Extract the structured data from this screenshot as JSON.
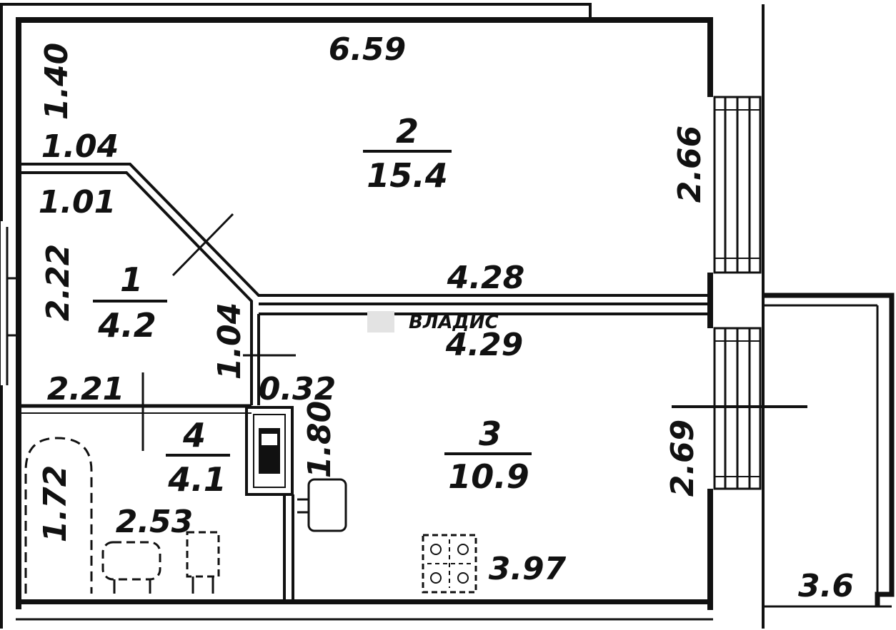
{
  "colors": {
    "line": "#111111",
    "background": "#ffffff",
    "watermark": "#d9d9d9"
  },
  "rooms": [
    {
      "number": "1",
      "area": "4.2"
    },
    {
      "number": "2",
      "area": "15.4"
    },
    {
      "number": "3",
      "area": "10.9"
    },
    {
      "number": "4",
      "area": "4.1"
    }
  ],
  "dimensions": {
    "top_width": "6.59",
    "left_top": "1.40",
    "hall_top": "1.04",
    "hall_inner": "1.01",
    "hall_height": "2.22",
    "living_height": "2.66",
    "living_bottom": "4.28",
    "bedroom_top": "4.29",
    "hall_door": "1.04",
    "partition": "0.32",
    "bath_width": "2.21",
    "shaft": "1.80",
    "bath_height": "1.72",
    "bath_inner": "2.53",
    "bedroom_height": "2.69",
    "bedroom_bottom": "3.97",
    "balcony": "3.6"
  },
  "watermark": "ВЛАДИС"
}
